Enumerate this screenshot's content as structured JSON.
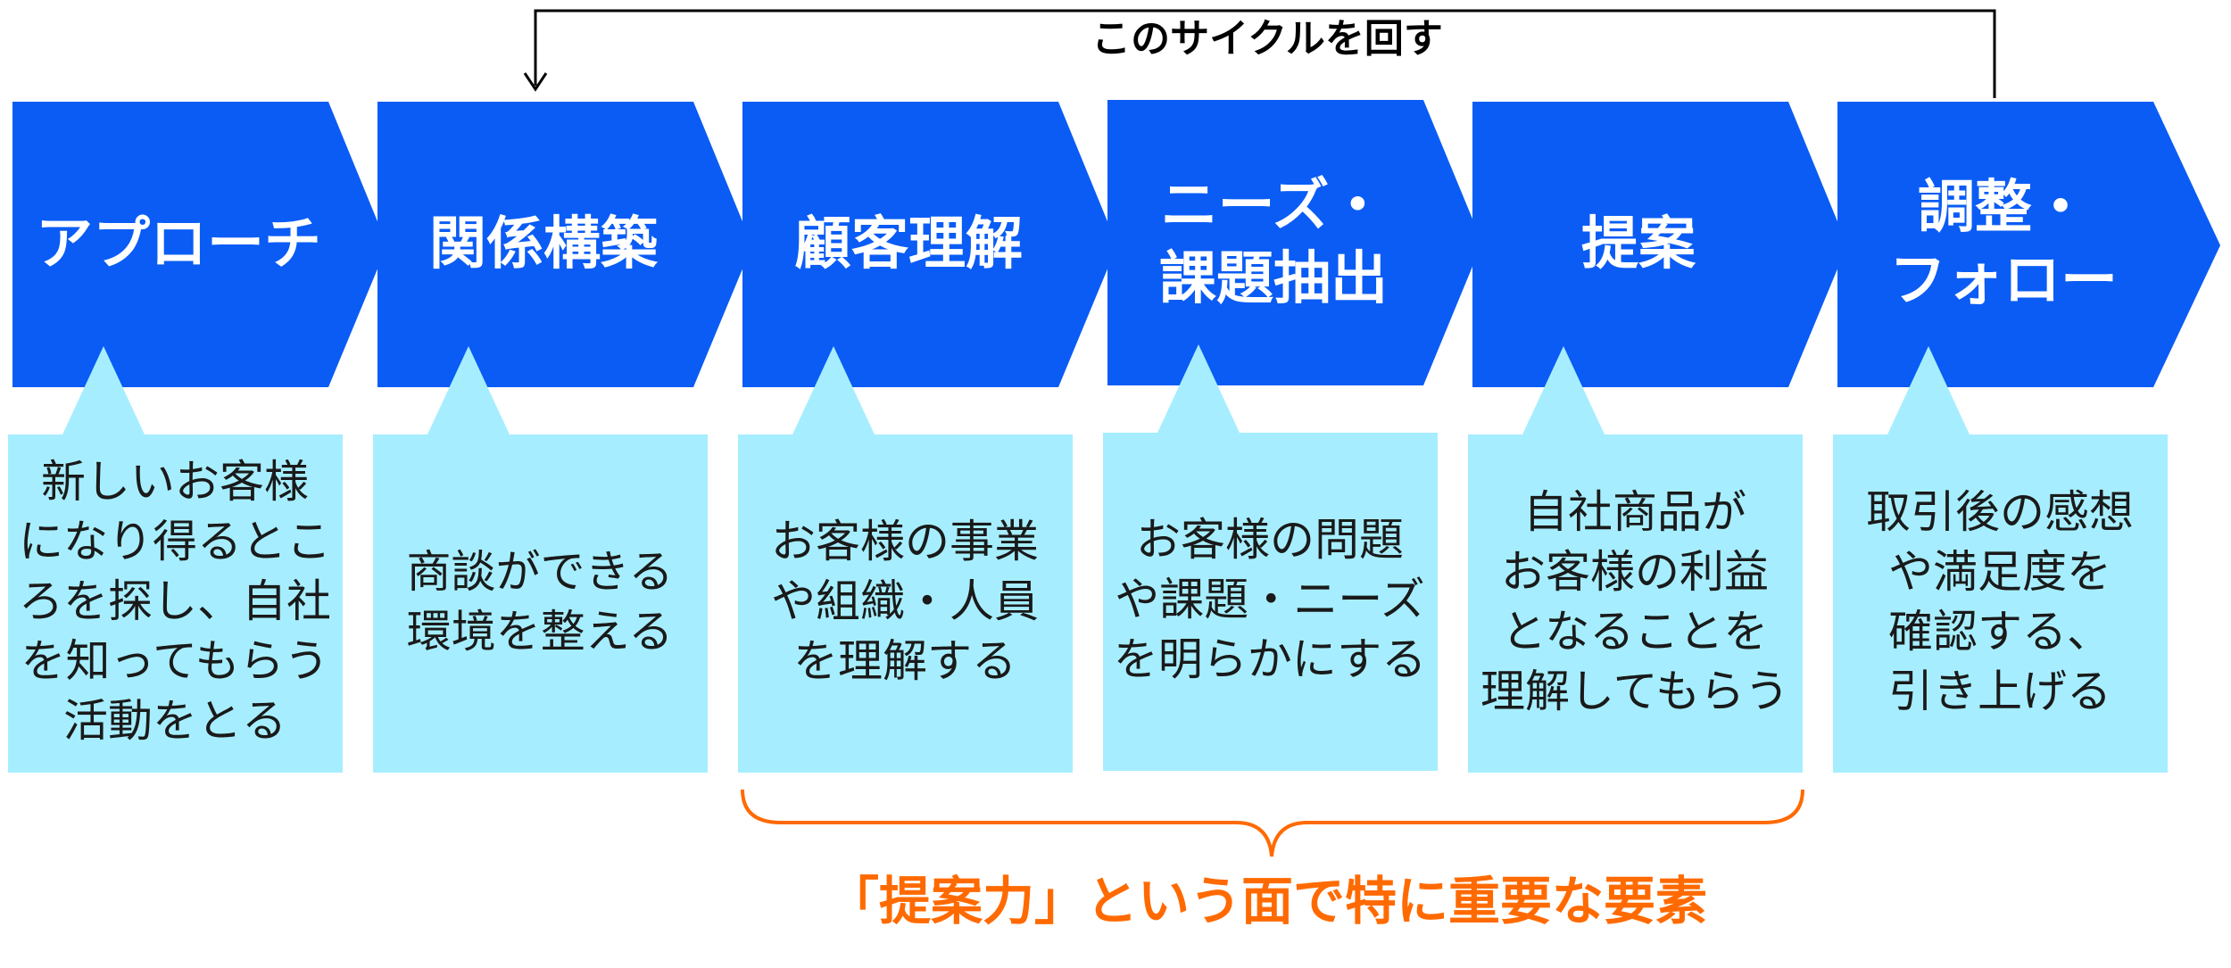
{
  "cycle_label": "このサイクルを回す",
  "steps": [
    {
      "title": "アプローチ",
      "description": "新しいお客様\nになり得るとこ\nろを探し、自社\nを知ってもらう\n活動をとる"
    },
    {
      "title": "関係構築",
      "description": "商談ができる\n環境を整える"
    },
    {
      "title": "顧客理解",
      "description": "お客様の事業\nや組織・人員\nを理解する"
    },
    {
      "title": "ニーズ・\n課題抽出",
      "description": "お客様の問題\nや課題・ニーズ\nを明らかにする"
    },
    {
      "title": "提案",
      "description": "自社商品が\nお客様の利益\nとなることを\n理解してもらう"
    },
    {
      "title": "調整・\nフォロー",
      "description": "取引後の感想\nや満足度を\n確認する、\n引き上げる"
    }
  ],
  "emphasis_label": "「提案力」という面で特に重要な要素",
  "colors": {
    "chevron": "#0a5cf5",
    "callout": "#a6eeff",
    "emphasis": "#ff6a00",
    "arrow": "#000000"
  }
}
